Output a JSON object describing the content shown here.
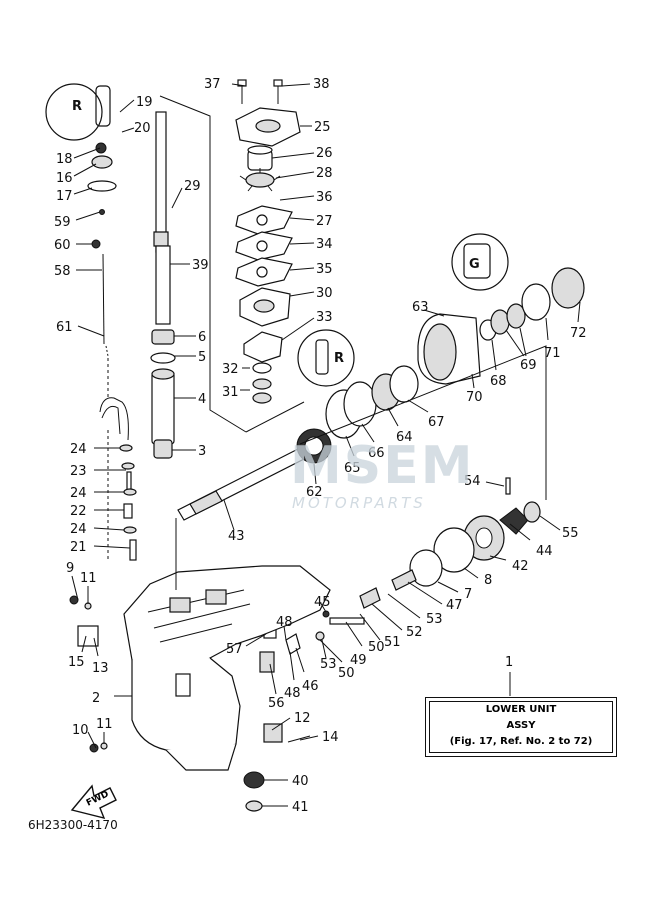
{
  "diagram": {
    "code": "6H23300-4170",
    "legend": {
      "line1": "LOWER UNIT",
      "line2": "ASSY",
      "line3": "(Fig. 17, Ref. No. 2 to 72)"
    },
    "watermark": {
      "text": "MSEM",
      "sub": "MOTORPARTS"
    },
    "fwd": "FWD",
    "callouts": [
      {
        "id": "c37",
        "text": "37"
      },
      {
        "id": "c38",
        "text": "38"
      },
      {
        "id": "c19",
        "text": "19"
      },
      {
        "id": "c20",
        "text": "20"
      },
      {
        "id": "c25",
        "text": "25"
      },
      {
        "id": "c18",
        "text": "18"
      },
      {
        "id": "c16",
        "text": "16"
      },
      {
        "id": "c26",
        "text": "26"
      },
      {
        "id": "c17",
        "text": "17"
      },
      {
        "id": "c28",
        "text": "28"
      },
      {
        "id": "c29",
        "text": "29"
      },
      {
        "id": "c36",
        "text": "36"
      },
      {
        "id": "c59",
        "text": "59"
      },
      {
        "id": "c27",
        "text": "27"
      },
      {
        "id": "c60",
        "text": "60"
      },
      {
        "id": "c34",
        "text": "34"
      },
      {
        "id": "c58",
        "text": "58"
      },
      {
        "id": "c39",
        "text": "39"
      },
      {
        "id": "c35",
        "text": "35"
      },
      {
        "id": "c30",
        "text": "30"
      },
      {
        "id": "c63",
        "text": "63"
      },
      {
        "id": "c72",
        "text": "72"
      },
      {
        "id": "c33",
        "text": "33"
      },
      {
        "id": "c61",
        "text": "61"
      },
      {
        "id": "c6",
        "text": "6"
      },
      {
        "id": "c71",
        "text": "71"
      },
      {
        "id": "c69",
        "text": "69"
      },
      {
        "id": "c5",
        "text": "5"
      },
      {
        "id": "c32",
        "text": "32"
      },
      {
        "id": "c68",
        "text": "68"
      },
      {
        "id": "c31",
        "text": "31"
      },
      {
        "id": "c4",
        "text": "4"
      },
      {
        "id": "c70",
        "text": "70"
      },
      {
        "id": "c67",
        "text": "67"
      },
      {
        "id": "c64",
        "text": "64"
      },
      {
        "id": "c66",
        "text": "66"
      },
      {
        "id": "c65",
        "text": "65"
      },
      {
        "id": "c3",
        "text": "3"
      },
      {
        "id": "c24a",
        "text": "24"
      },
      {
        "id": "c23",
        "text": "23"
      },
      {
        "id": "c62",
        "text": "62"
      },
      {
        "id": "c54",
        "text": "54"
      },
      {
        "id": "c24b",
        "text": "24"
      },
      {
        "id": "c22",
        "text": "22"
      },
      {
        "id": "c55",
        "text": "55"
      },
      {
        "id": "c43",
        "text": "43"
      },
      {
        "id": "c24c",
        "text": "24"
      },
      {
        "id": "c44",
        "text": "44"
      },
      {
        "id": "c21",
        "text": "21"
      },
      {
        "id": "c42",
        "text": "42"
      },
      {
        "id": "c9",
        "text": "9"
      },
      {
        "id": "c11a",
        "text": "11"
      },
      {
        "id": "c8",
        "text": "8"
      },
      {
        "id": "c7",
        "text": "7"
      },
      {
        "id": "c47",
        "text": "47"
      },
      {
        "id": "c45",
        "text": "45"
      },
      {
        "id": "c53a",
        "text": "53"
      },
      {
        "id": "c52",
        "text": "52"
      },
      {
        "id": "c15",
        "text": "15"
      },
      {
        "id": "c13",
        "text": "13"
      },
      {
        "id": "c48a",
        "text": "48"
      },
      {
        "id": "c51",
        "text": "51"
      },
      {
        "id": "c57",
        "text": "57"
      },
      {
        "id": "c49",
        "text": "49"
      },
      {
        "id": "c50a",
        "text": "50"
      },
      {
        "id": "c53b",
        "text": "53"
      },
      {
        "id": "c50b",
        "text": "50"
      },
      {
        "id": "c1",
        "text": "1"
      },
      {
        "id": "c46",
        "text": "46"
      },
      {
        "id": "c48b",
        "text": "48"
      },
      {
        "id": "c56",
        "text": "56"
      },
      {
        "id": "c2",
        "text": "2"
      },
      {
        "id": "c12",
        "text": "12"
      },
      {
        "id": "c10",
        "text": "10"
      },
      {
        "id": "c11b",
        "text": "11"
      },
      {
        "id": "c14",
        "text": "14"
      },
      {
        "id": "c40",
        "text": "40"
      },
      {
        "id": "c41",
        "text": "41"
      }
    ]
  }
}
